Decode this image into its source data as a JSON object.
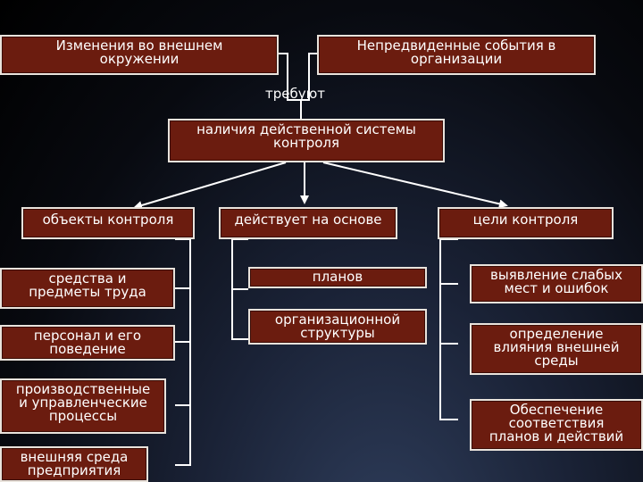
{
  "top_left": [
    "Изменения во внешнем",
    "окружении"
  ],
  "top_right": [
    "Непредвиденные события в",
    "организации"
  ],
  "connector": "требуют",
  "center": [
    "наличия действенной системы",
    "контроля"
  ],
  "columns": {
    "objects": {
      "header": "объекты контроля",
      "items": [
        [
          "средства и",
          "предметы труда"
        ],
        [
          "персонал и его",
          "поведение"
        ],
        [
          "производственные",
          "и управленческие",
          "процессы"
        ],
        [
          "внешняя среда",
          "предприятия"
        ]
      ]
    },
    "basis": {
      "header": "действует на основе",
      "items": [
        [
          "планов"
        ],
        [
          "организационной",
          "структуры"
        ]
      ]
    },
    "goals": {
      "header": "цели контроля",
      "items": [
        [
          "выявление слабых",
          "мест и ошибок"
        ],
        [
          "определение",
          "влияния внешней",
          "среды"
        ],
        [
          "Обеспечение",
          "соответствия",
          "планов и действий"
        ]
      ]
    }
  },
  "colors": {
    "box_fill": "#6b1c0f",
    "box_border": "#e9e3dc",
    "lines": "#ffffff",
    "text": "#ffffff"
  }
}
